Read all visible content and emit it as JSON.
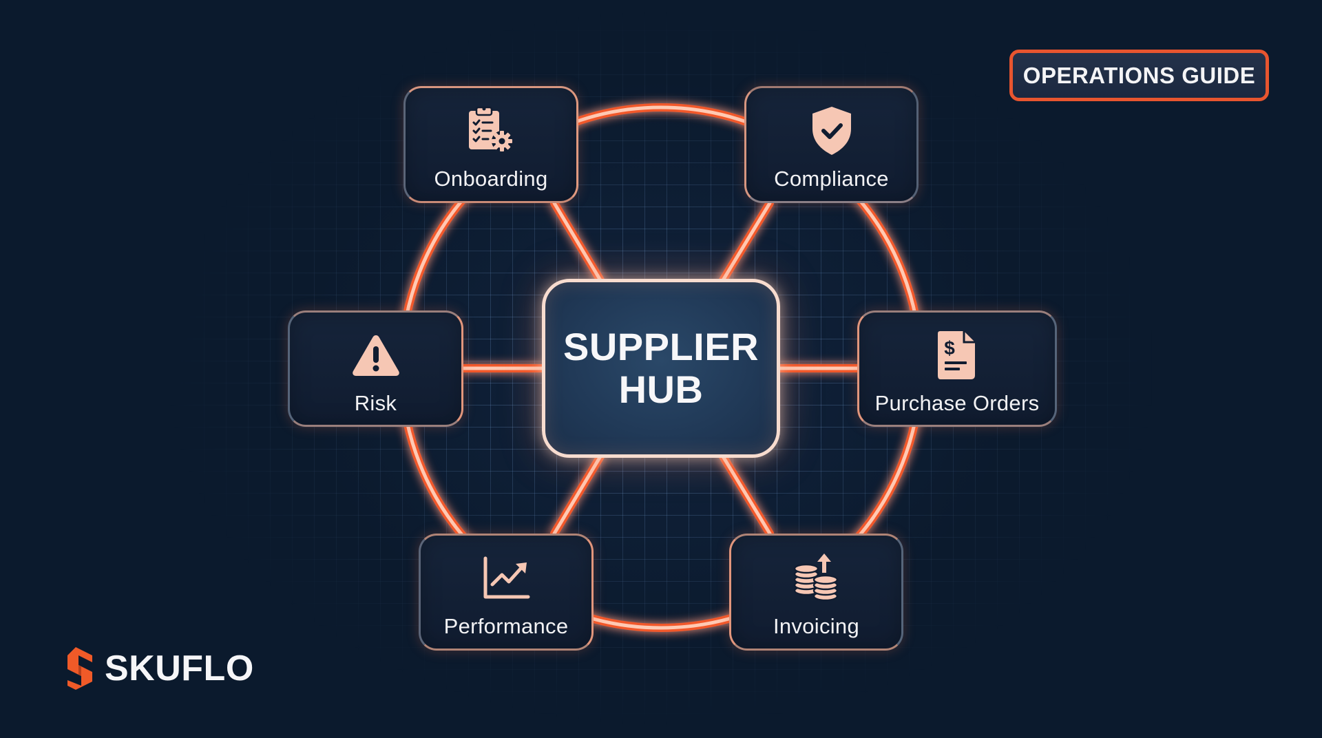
{
  "badge": {
    "label": "OPERATIONS GUIDE",
    "border_color": "#e8552f"
  },
  "hub": {
    "line1": "SUPPLIER",
    "line2": "HUB"
  },
  "nodes": [
    {
      "id": "onboarding",
      "label": "Onboarding",
      "icon": "clipboard-checklist-gear-icon"
    },
    {
      "id": "compliance",
      "label": "Compliance",
      "icon": "shield-check-icon"
    },
    {
      "id": "risk",
      "label": "Risk",
      "icon": "warning-triangle-icon"
    },
    {
      "id": "purchase-orders",
      "label": "Purchase Orders",
      "icon": "dollar-document-icon"
    },
    {
      "id": "performance",
      "label": "Performance",
      "icon": "trending-up-chart-icon"
    },
    {
      "id": "invoicing",
      "label": "Invoicing",
      "icon": "coins-stack-arrow-up-icon"
    }
  ],
  "brand": {
    "name": "SKUFLO",
    "color": "#f05a28"
  },
  "colors": {
    "background": "#0b1a2d",
    "accent": "#f05a28",
    "ring_core": "#ffc9b3",
    "icon": "#f6c7b4",
    "text": "#f2f2f4"
  }
}
